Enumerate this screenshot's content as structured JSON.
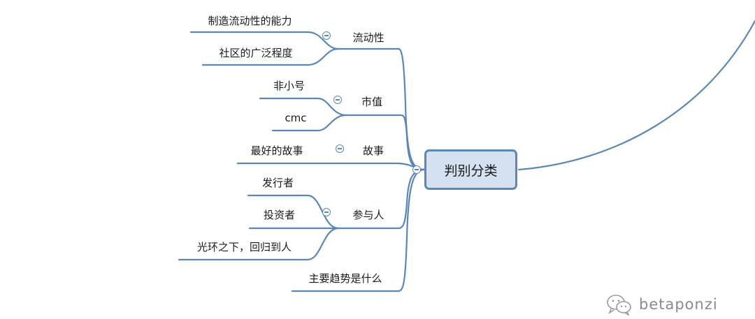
{
  "root": {
    "label": "判别分类"
  },
  "branches": [
    {
      "key": "liquidity",
      "label": "流动性",
      "children": [
        "制造流动性的能力",
        "社区的广泛程度"
      ]
    },
    {
      "key": "marketcap",
      "label": "市值",
      "children": [
        "非小号",
        "cmc"
      ]
    },
    {
      "key": "story",
      "label": "故事",
      "children": [
        "最好的故事"
      ]
    },
    {
      "key": "participants",
      "label": "参与人",
      "children": [
        "发行者",
        "投资者",
        "光环之下，回归到人"
      ]
    },
    {
      "key": "trend",
      "label": "主要趋势是什么",
      "children": []
    }
  ],
  "watermark": {
    "text": "betaponzi",
    "icon": "wechat-logo-icon"
  },
  "colors": {
    "line": "#5b87b5",
    "node_fill": "#d5e0f1",
    "text": "#1a1a1a",
    "watermark": "#8a8a8a"
  }
}
